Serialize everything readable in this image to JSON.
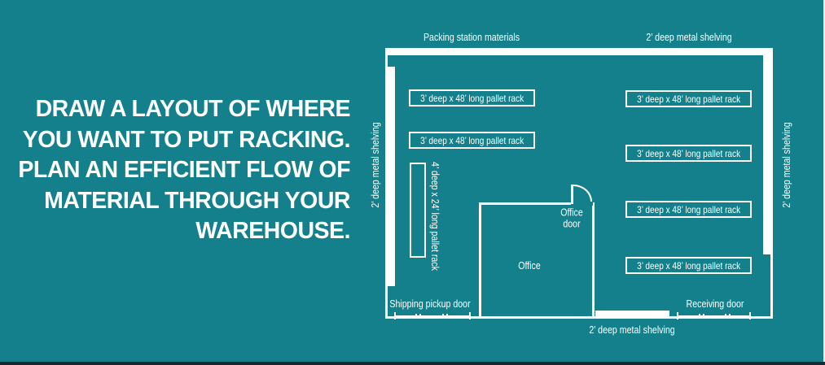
{
  "colors": {
    "background": "#14808C",
    "line": "#FFFFFF"
  },
  "hero": {
    "lines": [
      "DRAW A LAYOUT OF WHERE",
      "YOU WANT TO PUT RACKING.",
      "PLAN AN EFFICIENT FLOW OF",
      "MATERIAL THROUGH YOUR",
      "WAREHOUSE."
    ]
  },
  "floorplan": {
    "top_labels": {
      "packing_station": "Packing station materials",
      "metal_shelving": "2’ deep metal shelving"
    },
    "side_labels": {
      "left": "2’ deep metal shelving",
      "right": "2’ deep metal shelving",
      "bottom": "2’ deep metal shelving"
    },
    "pallet_racks": {
      "left_column": [
        "3’ deep x 48’ long pallet rack",
        "3’ deep x 48’ long pallet rack"
      ],
      "right_column": [
        "3’ deep x 48’ long pallet rack",
        "3’ deep x 48’ long pallet rack",
        "3’ deep x 48’ long pallet rack",
        "3’ deep x 48’ long pallet rack"
      ],
      "vertical": "4’ deep x 24’ long pallet rack"
    },
    "office": {
      "label": "Office",
      "door_label_line1": "Office",
      "door_label_line2": "door"
    },
    "doors": {
      "shipping": "Shipping pickup door",
      "receiving": "Receiving door"
    }
  }
}
